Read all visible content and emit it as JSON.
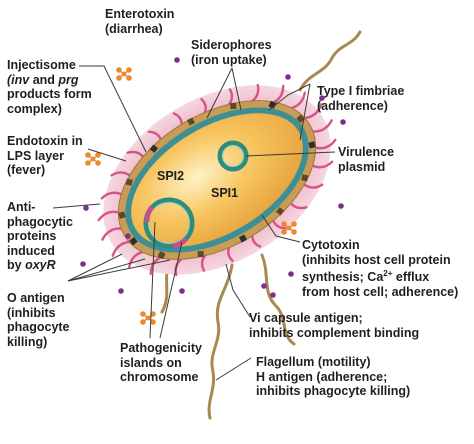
{
  "labels": {
    "enterotoxin": [
      "Enterotoxin",
      "(diarrhea)"
    ],
    "injectisome": {
      "line1": "Injectisome",
      "line2_prefix": "(",
      "line2_inv": "inv",
      "line2_and": " and ",
      "line2_prg": "prg",
      "line3": "products form",
      "line4": "complex)"
    },
    "siderophores": [
      "Siderophores",
      "(iron uptake)"
    ],
    "fimbriae": [
      "Type I fimbriae",
      "(adherence)"
    ],
    "endotoxin": [
      "Endotoxin in",
      "LPS layer",
      "(fever)"
    ],
    "plasmid": [
      "Virulence",
      "plasmid"
    ],
    "antiphago": {
      "line1": "Anti-",
      "line2": "phagocytic",
      "line3": "proteins",
      "line4": "induced",
      "line5_prefix": "by ",
      "line5_italic": "oxyR"
    },
    "cytotoxin": {
      "line1": "Cytotoxin",
      "line2": "(inhibits host cell protein",
      "line3_prefix": "synthesis; Ca",
      "line3_sup": "2+",
      "line3_suffix": " efflux",
      "line4": "from host cell; adherence)"
    },
    "oantigen": [
      "O antigen",
      "(inhibits",
      "phagocyte",
      "killing)"
    ],
    "vicapsule": [
      "Vi capsule antigen;",
      "inhibits complement binding"
    ],
    "pathogenicity": [
      "Pathogenicity",
      "islands on",
      "chromosome"
    ],
    "flagellum": [
      "Flagellum (motility)",
      "H antigen (adherence;",
      "inhibits phagocyte killing)"
    ],
    "spi2": "SPI2",
    "spi1": "SPI1"
  },
  "colors": {
    "halo": "#f3cfd9",
    "capsule_edge": "#a8864e",
    "cell_wall": "#3d8f96",
    "cytoplasm": "#f2b046",
    "fimbriae": "#d65287",
    "ring": "#2f8c7a",
    "ring_accent": "#c94f88",
    "toxin": "#ec8a2c",
    "dot": "#7c2f91",
    "flagellum": "#a8894f",
    "leader": "#3a3a3a"
  }
}
